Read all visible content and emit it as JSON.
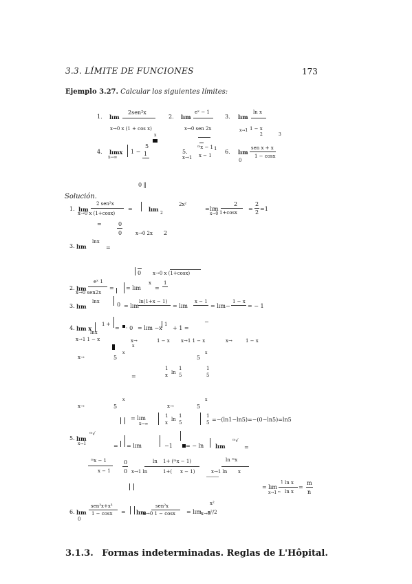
{
  "header": {
    "section": "3.3.  LÍMITE DE FUNCIONES",
    "page_number": "173"
  },
  "example": {
    "label": "Ejemplo 3.27.",
    "text": "Calcular los siguientes límites:"
  },
  "exercises": {
    "e1": {
      "num": "1.",
      "lim": "lım",
      "num_expr": "2sen²x",
      "den": "x→0 x (1 + cos x)"
    },
    "e2": {
      "num": "2.",
      "lim": "lım",
      "num_expr": "eˣ − 1",
      "den": "x→0 sen 2x"
    },
    "e3": {
      "num": "3.",
      "lim": "lım",
      "num_expr": "ln x",
      "sub": "x→1",
      "den": "1 − x",
      "den_sub": "2",
      "tail": "3"
    },
    "e4": {
      "num": "4.",
      "lim": "lımx",
      "sub": "x→∞",
      "bar": "1 −",
      "five": "5",
      "frac_den": "1",
      "x": "x"
    },
    "e5": {
      "num": "5.",
      "lim": "lım",
      "sub": "x→1",
      "mid": "ᵐx − 1",
      "den": "x − 1",
      "sup": "1"
    },
    "e6": {
      "num": "6.",
      "lim": "lım",
      "num_expr": "sen x + x",
      "sub": "0",
      "den": "1 − cosx"
    }
  },
  "solution_label": "Solución.",
  "stray": "0 ‖",
  "s1": {
    "num": "1.",
    "lim": "lım",
    "num_expr": "2 sen²x",
    "sub": "x→0 x (1+cosx)",
    "eq": "=",
    "lim2": "lım",
    "sub2": "2",
    "frac2": "2x²",
    "eq2": "=lım",
    "frac3_num": "2",
    "frac3_den": "1+cosx",
    "sub3": "x→0",
    "res": "= ",
    "res_num": "2",
    "res_den": "2",
    "res_tail": "=1",
    "ind_eq": "=",
    "ind_num": "0",
    "ind_den": "0",
    "ind_lim": "x→0 2x",
    "ind_two": "2"
  },
  "s3a": {
    "num": "3.",
    "lim": "lım",
    "num_expr": "lnx",
    "eq": "="
  },
  "s3a_under": {
    "a": "0",
    "b": "x→0 x (1+cosx)"
  },
  "s2": {
    "num": "2.",
    "lim": "lım",
    "num_expr": "eˣ   1",
    "sub": "x→0 sen2x",
    "eq": "=",
    "lim2": "= lım",
    "x": "x",
    "res": "=",
    "one": "1"
  },
  "s3": {
    "num": "3.",
    "lim": "lım",
    "num_expr": "lnx",
    "zero": "0",
    "eq": "= lım",
    "frac_num": "ln(1+x − 1)",
    "mid": "= lım",
    "frac2_num": "x − 1",
    "mid2": "= lım−",
    "frac3_num": "1 − x",
    "tail": "= − 1"
  },
  "s4": {
    "num": "4.",
    "lim": "lım x",
    "sub": "x→1 1 − x",
    "sup1": "1 +",
    "a": "= ",
    "dot": "· 0",
    "b": "= lım −x",
    "c": "1",
    "d": "+ 1 =",
    "lnx": "lnx",
    "row2a": "x→",
    "row2b": "1 − x",
    "row2c": "x→1 1 − x",
    "row2d": "x→",
    "row2e": "1 − x",
    "row2f": "x",
    "row3a": "x→",
    "row3b": "5",
    "row3c": "x",
    "row3d": "5",
    "row3e": "x",
    "row4a": "=",
    "row4b": "1",
    "row4c": "x",
    "row4d": "ln",
    "row4e": "1",
    "row4f": "5",
    "row4g": "1",
    "row4h": "5",
    "dash": "−"
  },
  "s4b": {
    "a": "x→",
    "b": "5",
    "c": "x",
    "d": "x→",
    "e": "5",
    "f": "x",
    "g": "= lım",
    "h": "x→∞",
    "i": "1",
    "j": "x",
    "k": "ln",
    "l": "1",
    "m": "5",
    "n": "1",
    "o": "5",
    "tail": "=−(ln1−ln5)=−(0−ln5)=ln5"
  },
  "s5": {
    "num": "5.",
    "lim": "lım",
    "sub": "x→1",
    "a": "ᵐ√",
    "b": "=",
    "c": "= lım",
    "d": "−1",
    "e": "= − ln",
    "f": "lım",
    "g": "=",
    "h": "ᵐx − 1",
    "i": "x − 1",
    "j": "0",
    "k": "0",
    "l": "ln",
    "m": "1+ (ᵐx − 1)",
    "n": "x→1 ln",
    "o": "1+(",
    "p": "x − 1)",
    "q": "ln ᵐx",
    "r": "x→1 ln",
    "s": "x"
  },
  "s5res": {
    "a": "= lım",
    "b": "1",
    "c": "ln x",
    "d": "x→1 ᵐ",
    "e": "ln x",
    "f": "=",
    "g": "m",
    "h": "n"
  },
  "s6": {
    "num": "6.",
    "lim": "lım",
    "sub": "0",
    "a": "sen²x+x³",
    "b": "1 − cosx",
    "c": "=",
    "d": "lım",
    "e": "sen²x",
    "f": "1 − cosx",
    "g": "= lım",
    "h": "x→0",
    "i": "x²",
    "j": "x²/2",
    "k": "=",
    "sub2": "x→0 1 − cosx"
  },
  "section": {
    "num": "3.1.3.",
    "title": "Formas indeterminadas. Reglas de L'Hôpital."
  }
}
